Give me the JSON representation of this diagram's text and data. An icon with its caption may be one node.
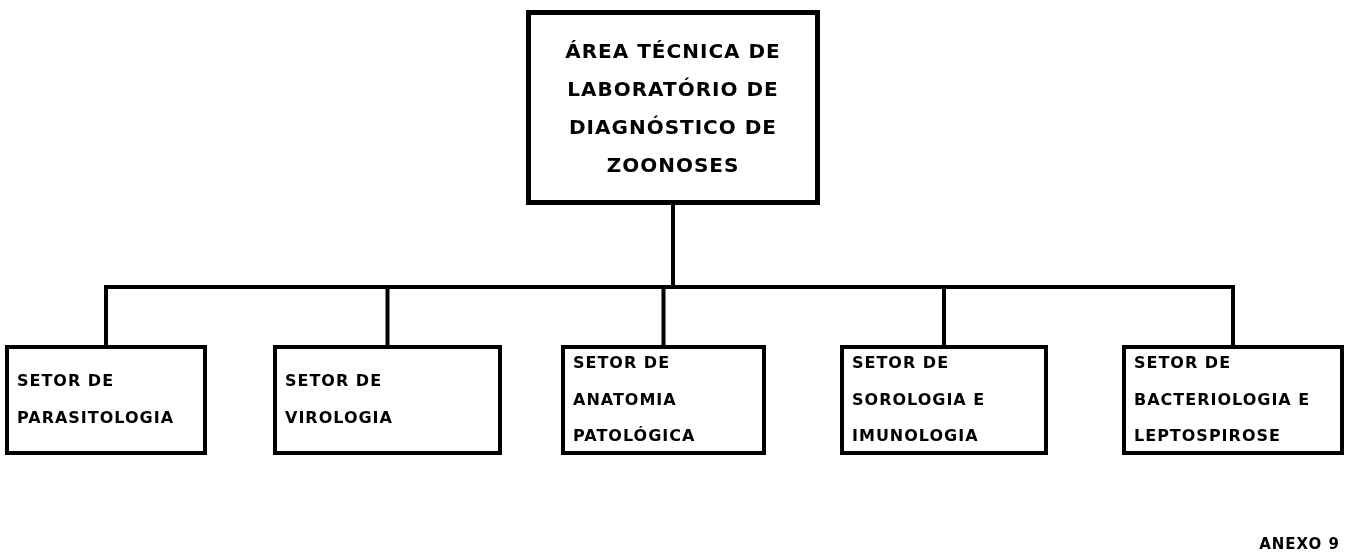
{
  "diagram": {
    "nodes": [
      {
        "text": [
          "ÁREA TÉCNICA DE LABORATÓRIO DE DIAGNÓSTICO DE ZOONOSES"
        ]
      },
      {
        "text": [
          "SETOR DE PARASITOLOGIA"
        ]
      },
      {
        "text": [
          "SETOR DE VIROLOGIA"
        ]
      },
      {
        "text": [
          "SETOR DE ANATOMIA PATOLÓGICA"
        ]
      },
      {
        "text": [
          "SETOR DE SOROLOGIA E IMUNOLOGIA"
        ]
      },
      {
        "text": [
          "SETOR DE BACTERIOLOGIA E LEPTOSPIROSE"
        ]
      }
    ],
    "edges": [
      {
        "from": 0,
        "to": 1,
        "arrow": "none"
      },
      {
        "from": 0,
        "to": 2,
        "arrow": "none"
      },
      {
        "from": 0,
        "to": 3,
        "arrow": "none"
      },
      {
        "from": 0,
        "to": 4,
        "arrow": "none"
      },
      {
        "from": 0,
        "to": 5,
        "arrow": "none"
      }
    ],
    "labels": [
      "ANEXO 9"
    ]
  }
}
